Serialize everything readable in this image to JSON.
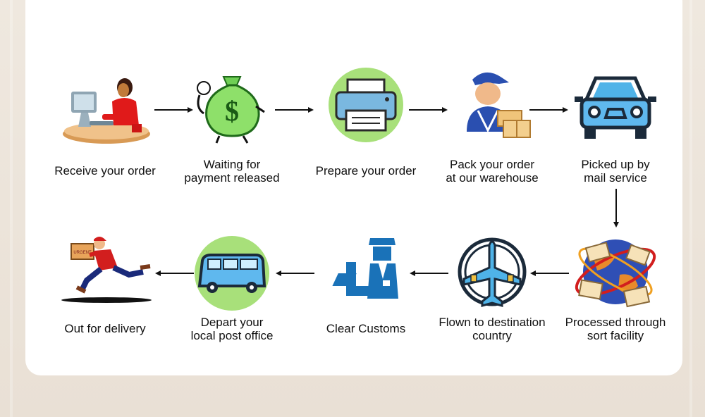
{
  "steps": [
    {
      "id": "receive",
      "label_lines": [
        "Receive your order"
      ],
      "icon": "computer-operator-icon"
    },
    {
      "id": "waiting",
      "label_lines": [
        "Waiting for",
        "payment released"
      ],
      "icon": "money-bag-icon"
    },
    {
      "id": "prepare",
      "label_lines": [
        "Prepare your order"
      ],
      "icon": "printer-icon"
    },
    {
      "id": "pack",
      "label_lines": [
        "Pack your order",
        "at our warehouse"
      ],
      "icon": "warehouse-worker-icon"
    },
    {
      "id": "pickup",
      "label_lines": [
        "Picked up by",
        "mail service"
      ],
      "icon": "car-icon"
    },
    {
      "id": "processed",
      "label_lines": [
        "Processed through",
        "sort facility"
      ],
      "icon": "globe-mail-icon"
    },
    {
      "id": "flown",
      "label_lines": [
        "Flown to destination",
        "country"
      ],
      "icon": "airplane-icon"
    },
    {
      "id": "customs",
      "label_lines": [
        "Clear Customs"
      ],
      "icon": "customs-officer-icon"
    },
    {
      "id": "depart",
      "label_lines": [
        "Depart your",
        "local post office"
      ],
      "icon": "van-icon"
    },
    {
      "id": "delivery",
      "label_lines": [
        "Out for delivery"
      ],
      "icon": "courier-icon"
    }
  ],
  "box_label": "URGENT",
  "colors": {
    "card": "#ffffff",
    "background": "#ece4da",
    "icon_blue": "#1a72b8",
    "circle_green": "#a8e07a",
    "arrow": "#111111"
  }
}
